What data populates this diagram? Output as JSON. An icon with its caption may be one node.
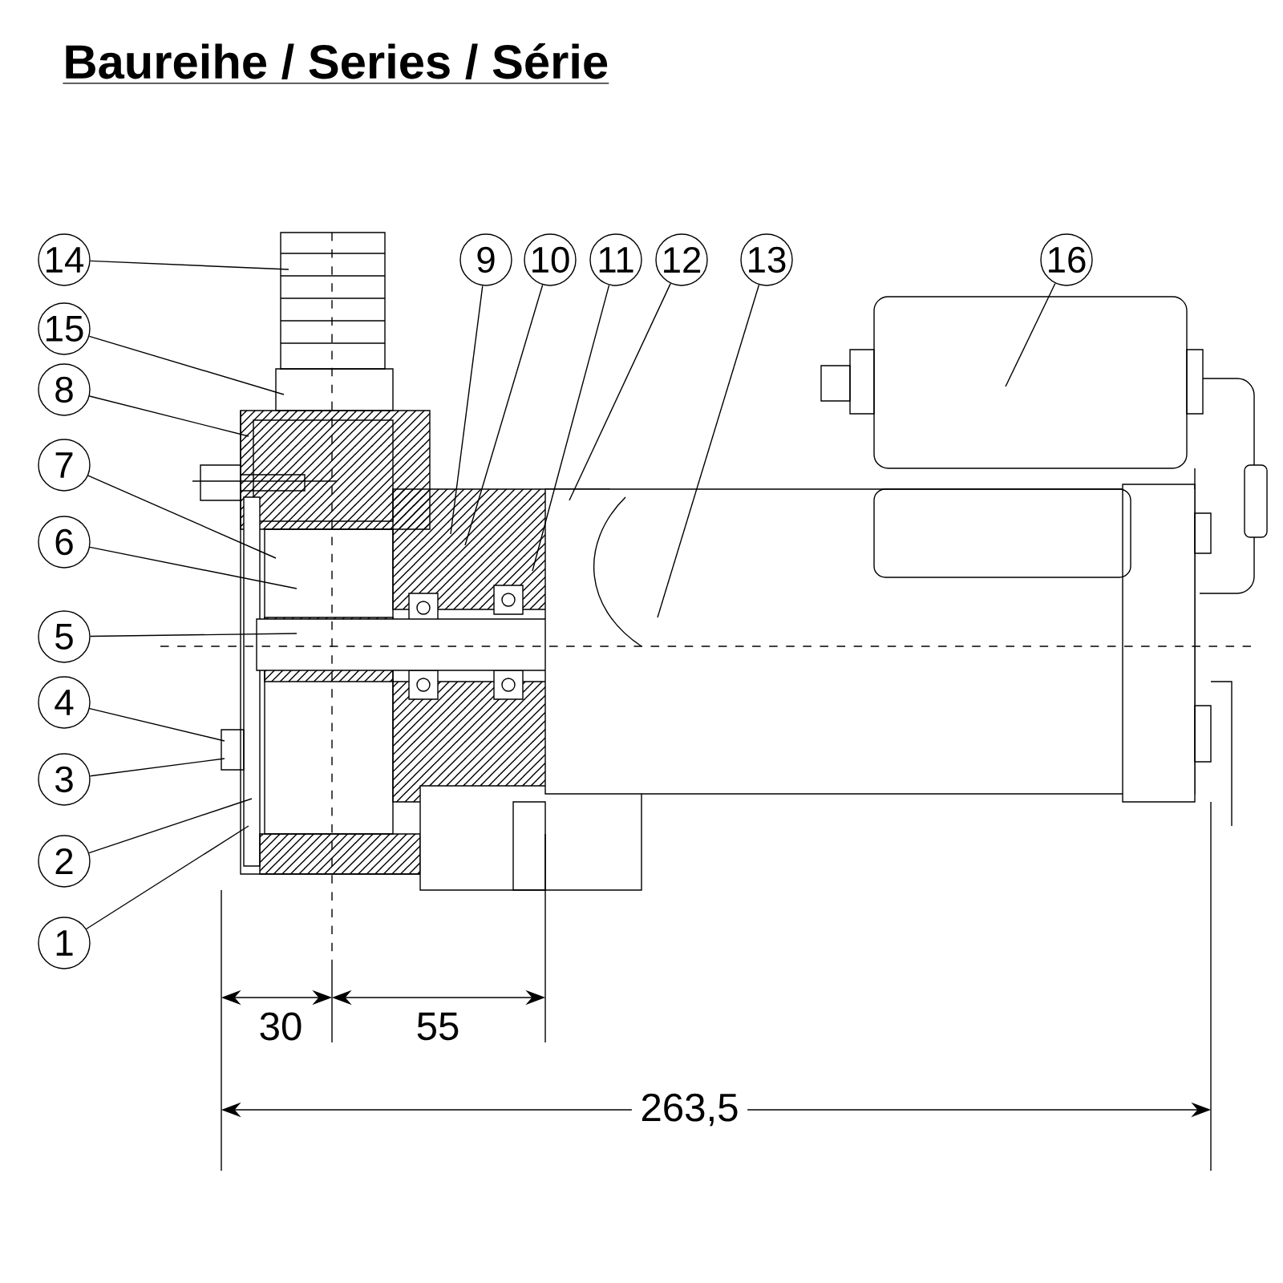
{
  "diagram": {
    "title": "Baureihe / Series / Série",
    "nodes": [
      {
        "text": [
          "1"
        ]
      },
      {
        "text": [
          "2"
        ]
      },
      {
        "text": [
          "3"
        ]
      },
      {
        "text": [
          "4"
        ]
      },
      {
        "text": [
          "5"
        ]
      },
      {
        "text": [
          "6"
        ]
      },
      {
        "text": [
          "7"
        ]
      },
      {
        "text": [
          "8"
        ]
      },
      {
        "text": [
          "9"
        ]
      },
      {
        "text": [
          "10"
        ]
      },
      {
        "text": [
          "11"
        ]
      },
      {
        "text": [
          "12"
        ]
      },
      {
        "text": [
          "13"
        ]
      },
      {
        "text": [
          "14"
        ]
      },
      {
        "text": [
          "15"
        ]
      },
      {
        "text": [
          "16"
        ]
      }
    ],
    "edges": [
      {
        "from": 0,
        "to": null,
        "arrow": "none"
      },
      {
        "from": 1,
        "to": null,
        "arrow": "none"
      },
      {
        "from": 2,
        "to": null,
        "arrow": "none"
      },
      {
        "from": 3,
        "to": null,
        "arrow": "none"
      },
      {
        "from": 4,
        "to": null,
        "arrow": "none"
      },
      {
        "from": 5,
        "to": null,
        "arrow": "none"
      },
      {
        "from": 6,
        "to": null,
        "arrow": "none"
      },
      {
        "from": 7,
        "to": null,
        "arrow": "none"
      },
      {
        "from": 8,
        "to": null,
        "arrow": "none"
      },
      {
        "from": 9,
        "to": null,
        "arrow": "none"
      },
      {
        "from": 10,
        "to": null,
        "arrow": "none"
      },
      {
        "from": 11,
        "to": null,
        "arrow": "none"
      },
      {
        "from": 12,
        "to": null,
        "arrow": "none"
      },
      {
        "from": 13,
        "to": null,
        "arrow": "none"
      },
      {
        "from": 14,
        "to": null,
        "arrow": "none"
      },
      {
        "from": 15,
        "to": null,
        "arrow": "none"
      }
    ],
    "labels": [
      "30",
      "55",
      "263,5"
    ]
  }
}
